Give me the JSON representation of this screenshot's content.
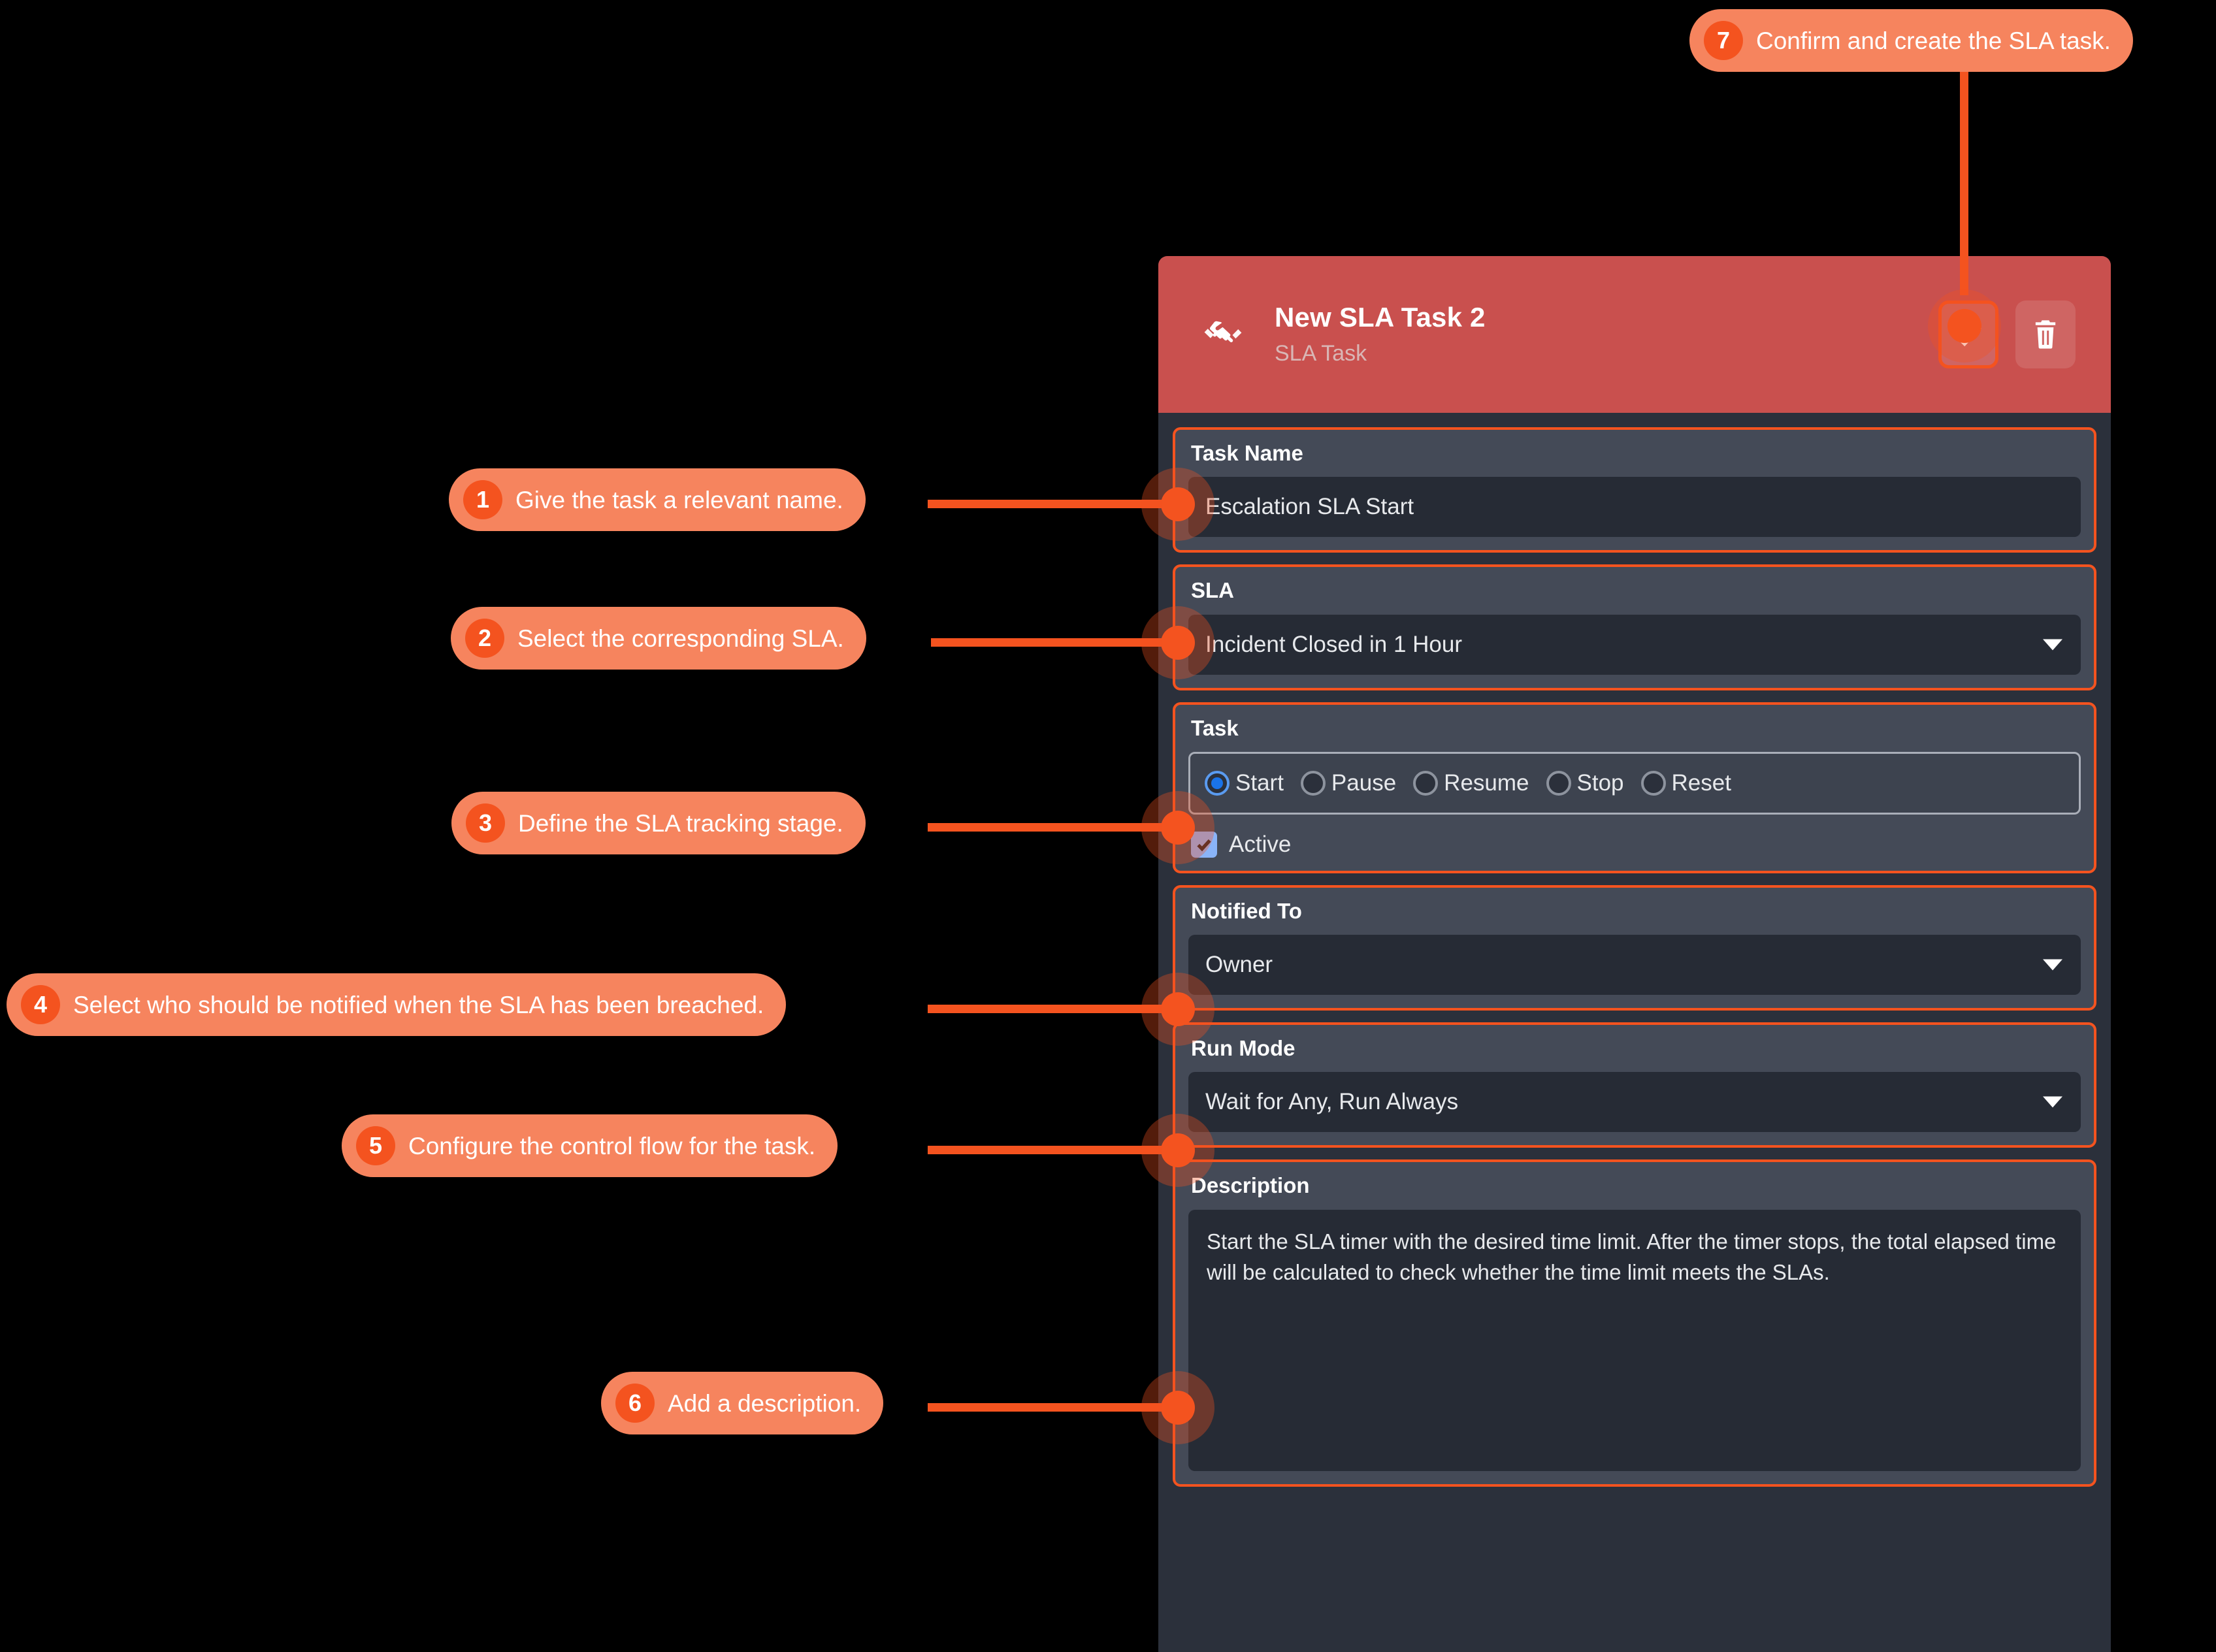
{
  "panel": {
    "header": {
      "icon": "handshake-icon",
      "title": "New SLA Task 2",
      "subtitle": "SLA Task",
      "confirm_icon": "check-icon",
      "delete_icon": "trash-icon"
    },
    "fields": {
      "task_name": {
        "label": "Task Name",
        "value": "Escalation SLA Start"
      },
      "sla": {
        "label": "SLA",
        "value": "Incident Closed in 1 Hour",
        "caret": "chevron-down-icon"
      },
      "task": {
        "label": "Task",
        "options": [
          "Start",
          "Pause",
          "Resume",
          "Stop",
          "Reset"
        ],
        "selected": "Start",
        "active": {
          "label": "Active",
          "checked": true
        }
      },
      "notified_to": {
        "label": "Notified To",
        "value": "Owner",
        "caret": "chevron-down-icon"
      },
      "run_mode": {
        "label": "Run Mode",
        "value": "Wait for Any, Run Always",
        "caret": "chevron-down-icon"
      },
      "description": {
        "label": "Description",
        "value": "Start the SLA timer with the desired time limit. After the timer stops, the total elapsed time will be calculated to check whether the time limit meets the SLAs."
      }
    }
  },
  "callouts": [
    {
      "number": "1",
      "text": "Give the task a relevant name."
    },
    {
      "number": "2",
      "text": "Select the corresponding SLA."
    },
    {
      "number": "3",
      "text": "Define the SLA tracking stage."
    },
    {
      "number": "4",
      "text": "Select who should be notified when the SLA has been breached."
    },
    {
      "number": "5",
      "text": "Configure the control flow for the task."
    },
    {
      "number": "6",
      "text": "Add a description."
    },
    {
      "number": "7",
      "text": "Confirm and create the SLA task."
    }
  ],
  "colors": {
    "accent": "#f4531f",
    "callout_fill": "#f6845e",
    "header_red": "#c9504e",
    "panel_bg": "#2b303b",
    "field_bg": "#444a57",
    "control_bg": "#262b35",
    "radio_selected": "#1a73e8",
    "checkbox": "#8ab4f8"
  }
}
